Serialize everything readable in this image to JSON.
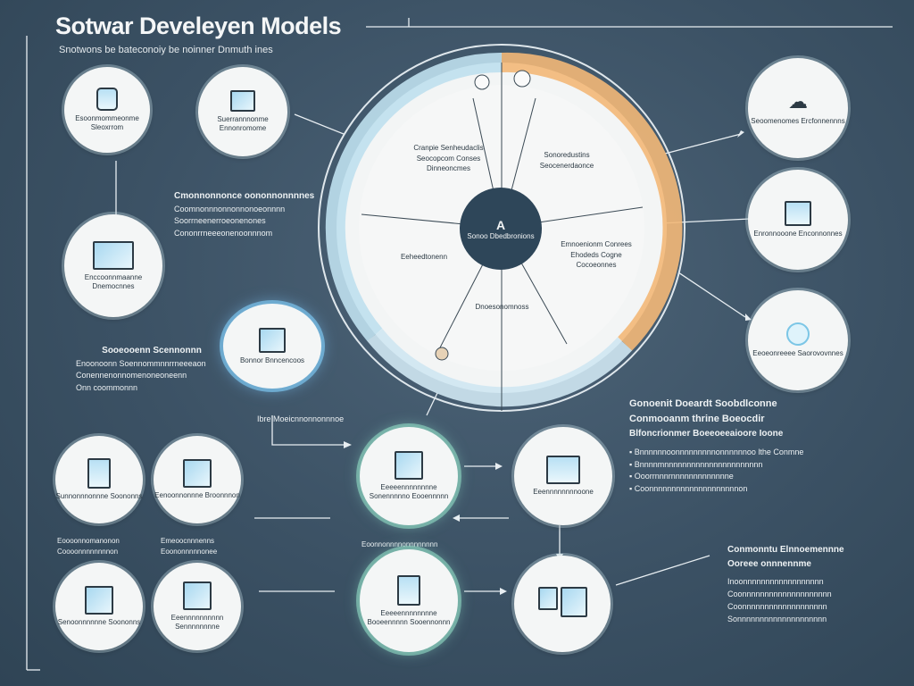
{
  "title": "Sotwar Develeyen Models",
  "subtitle": "Snotwons be bateconoiy be noinner Dnmuth ines",
  "center": {
    "label": "Sonoo Dbedbronions",
    "icon": "A"
  },
  "wheel_segments": [
    {
      "id": "seg-top-left",
      "text": "Cranpie Senheudaclis Seocopcom Conses Dinneoncmes"
    },
    {
      "id": "seg-top-right",
      "text": "Sonoredustins Seocenerdaonce"
    },
    {
      "id": "seg-right",
      "text": "Emnoenionm Conrees Ehodeds Cogne Cocoeonnes"
    },
    {
      "id": "seg-left",
      "text": "Eeheedtonenn"
    },
    {
      "id": "seg-bottom",
      "text": "Dnoesonomnoss"
    }
  ],
  "left_nodes": [
    {
      "id": "node-server",
      "label": "Esoonmommeonme Sleoxrrom",
      "icon": "server-icon"
    },
    {
      "id": "node-printer",
      "label": "Suerrannnonme Ennonromome",
      "icon": "printer-icon"
    },
    {
      "id": "node-monitor",
      "label": "Enccoonnmaanne Dnemocnnes",
      "icon": "monitor-icon"
    }
  ],
  "right_nodes": [
    {
      "id": "node-cloud",
      "label": "Seoomenomes Ercfonnennns",
      "icon": "cloud-icon"
    },
    {
      "id": "node-database",
      "label": "Enronnooone Enconnonnes",
      "icon": "database-icon"
    },
    {
      "id": "node-sensor",
      "label": "Eeoeonreeee Saorovovnnes",
      "icon": "sensor-icon"
    }
  ],
  "left_text": {
    "heading": "Cmonnonnonce oononnonnnnes",
    "lines": [
      "Coomnonnnonnonnonoeonnnn",
      "Soorrneenerroeonenones",
      "Cononrrneeeonenoonnnom"
    ]
  },
  "mid_left_text": {
    "heading": "Sooeooenn Scennonnn",
    "lines": [
      "Enoonoonn Soennommnnrrneeeaon",
      "Conennenonnomenoneoneenn",
      "Onn coommonnn"
    ]
  },
  "highlight_node": {
    "label": "Bonnor Bnncencoos",
    "icon": "window-icon"
  },
  "flow_label": "Ibre Moeicnnonnonnnoe",
  "right_panel": {
    "heading_lines": [
      "Gonoenit Doeardt Soobdlconne",
      "Conmooanm thrine Boeocdir",
      "Blfoncrionmer Boeeoeeaioore Ioone"
    ],
    "bullets": [
      "Bnnnnnnoonnnnnnnnnonnnnnnoo lthe Conmne",
      "Bnnnnmnnnnnnnnnnnnnnnnnnnnnn",
      "Ooorrnnnrnnnnnnnnnnnnne",
      "Coonnnnnnnnnnnnnnnnnnnnon"
    ]
  },
  "bottom_right_text": {
    "heading_lines": [
      "Conmonntu Elnnoemennne",
      "Ooreee onnnennme"
    ],
    "lines": [
      "Inoonnnnnnnnnnnnnnnnnn",
      "Coonnnnnnnnnnnnnnnnnnnn",
      "Coonnnnnnnnnnnnnnnnnnn",
      "Sonnnnnnnnnnnnnnnnnnnn"
    ]
  },
  "row1": [
    {
      "label": "Sunnonnnonnne Soononns"
    },
    {
      "label": "Eenoonnonnne Broonnnon"
    },
    {
      "label": "Eeeeennnnnnnne Sonennnnno Eooennnnn"
    },
    {
      "label": "Eeennnnnnnnoone"
    }
  ],
  "row1_captions": [
    "Eoooonnomanonon Coooonnnnnnnnon",
    "Emeoocnnnenns Eoononnnnnonee"
  ],
  "row2": [
    {
      "label": "Senoonnnnnne Soononns"
    },
    {
      "label": "Eeennnnnnnnnn Sennnnnnnne"
    },
    {
      "label": "Eeeeennnnnnnne Booeennnnn Sooennonnn"
    },
    {
      "label": ""
    }
  ],
  "row2_caption": "Eoonnonnnnonnnnnnnn"
}
